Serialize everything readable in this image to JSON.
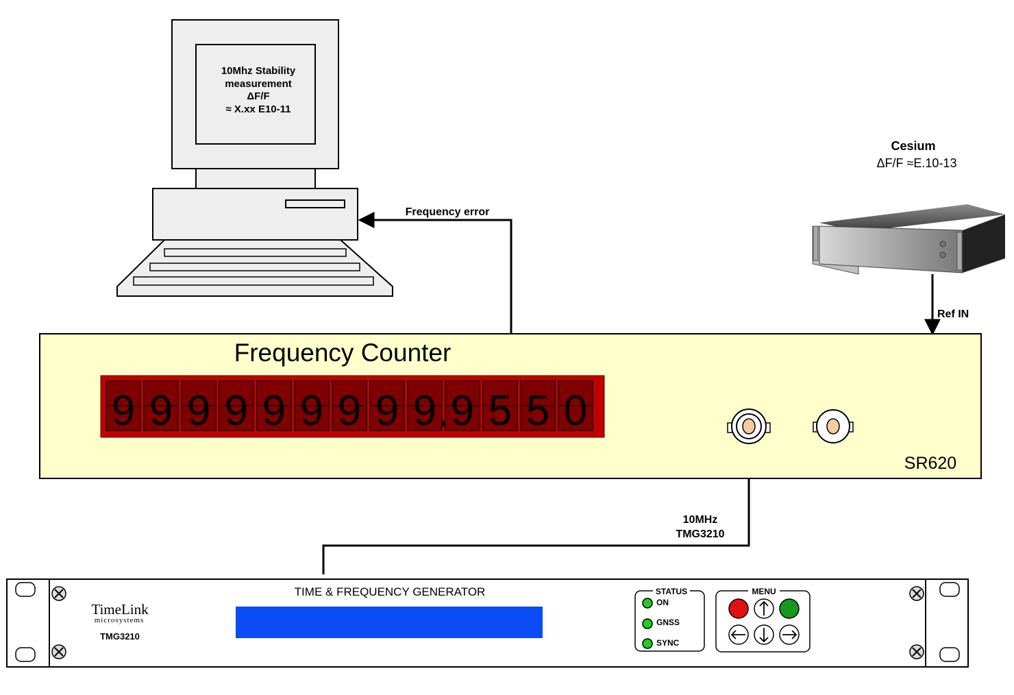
{
  "computer": {
    "screen_lines": [
      "10Mhz Stability",
      "measurement",
      "ΔF/F",
      "≈ X.xx E10-11"
    ]
  },
  "cesium": {
    "title": "Cesium",
    "spec": "ΔF/F ≈E.10-13"
  },
  "connections": {
    "frequency_error": "Frequency error",
    "ref_in": "Ref IN",
    "signal_10mhz": "10MHz",
    "signal_source": "TMG3210"
  },
  "counter": {
    "title": "Frequency Counter",
    "model": "SR620",
    "digits": [
      "9",
      "9",
      "9",
      "9",
      "9",
      "9",
      "9",
      "9",
      "9",
      "9",
      "5",
      "5",
      "0"
    ],
    "decimal_after_index": 8
  },
  "generator": {
    "brand": "TimeLink",
    "brand_sub": "microsystems",
    "model": "TMG3210",
    "title": "TIME & FREQUENCY GENERATOR",
    "status_title": "STATUS",
    "status_items": [
      "ON",
      "GNSS",
      "SYNC"
    ],
    "menu_title": "MENU",
    "colors": {
      "display": "#0c4cf5",
      "led": "#22cc22",
      "red_button": "#e21010",
      "green_button": "#17991c"
    }
  },
  "colors": {
    "counter_panel": "#ffffcc",
    "display_frame": "#c00000",
    "display_cell": "#7f0000"
  }
}
